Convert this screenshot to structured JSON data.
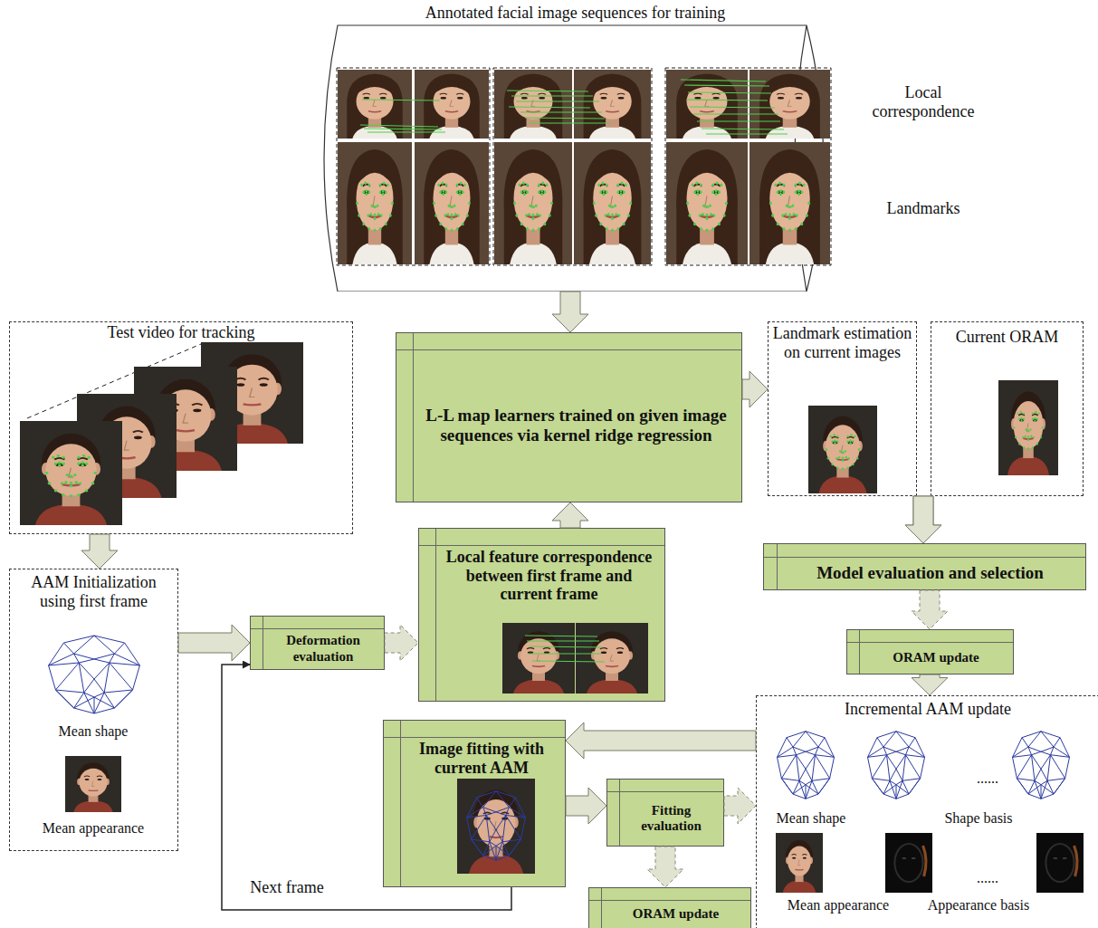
{
  "diagram": {
    "nodes": [
      {
        "text": [
          "Annotated facial image sequences for training"
        ]
      },
      {
        "text": [
          "Test video for tracking"
        ]
      },
      {
        "text": [
          "L-L map learners trained on given image sequences via kernel ridge regression"
        ]
      },
      {
        "text": [
          "Landmark estimation on current images"
        ]
      },
      {
        "text": [
          "Current ORAM"
        ]
      },
      {
        "text": [
          "AAM Initialization using first frame",
          "Mean shape",
          "Mean appearance"
        ]
      },
      {
        "text": [
          "Deformation evaluation"
        ]
      },
      {
        "text": [
          "Local feature correspondence between first frame and current frame"
        ]
      },
      {
        "text": [
          "Model evaluation and selection"
        ]
      },
      {
        "text": [
          "ORAM update"
        ]
      },
      {
        "text": [
          "Image fitting with current AAM"
        ]
      },
      {
        "text": [
          "Fitting evaluation"
        ]
      },
      {
        "text": [
          "Incremental AAM update",
          "Mean shape",
          "......",
          "Shape basis",
          "Mean appearance",
          "......",
          "Appearance basis"
        ]
      },
      {
        "text": [
          "ORAM update"
        ]
      }
    ],
    "edges": [
      {
        "from": 0,
        "to": 2,
        "arrow": "to"
      },
      {
        "from": 1,
        "to": 5,
        "arrow": "to"
      },
      {
        "from": 2,
        "to": 3,
        "arrow": "to"
      },
      {
        "from": 7,
        "to": 2,
        "arrow": "to"
      },
      {
        "from": 5,
        "to": 6,
        "arrow": "to"
      },
      {
        "from": 6,
        "to": 7,
        "arrow": "to"
      },
      {
        "from": 3,
        "to": 8,
        "arrow": "to"
      },
      {
        "from": 4,
        "to": 8,
        "arrow": "to"
      },
      {
        "from": 8,
        "to": 9,
        "arrow": "to"
      },
      {
        "from": 9,
        "to": 12,
        "arrow": "to"
      },
      {
        "from": 12,
        "to": 10,
        "arrow": "to"
      },
      {
        "from": 10,
        "to": 11,
        "arrow": "to"
      },
      {
        "from": 11,
        "to": 12,
        "arrow": "to"
      },
      {
        "from": 11,
        "to": 13,
        "arrow": "to"
      },
      {
        "from": 10,
        "to": 6,
        "label": "Next frame",
        "arrow": "to"
      }
    ],
    "labels": [
      "Local correspondence",
      "Landmarks"
    ]
  }
}
